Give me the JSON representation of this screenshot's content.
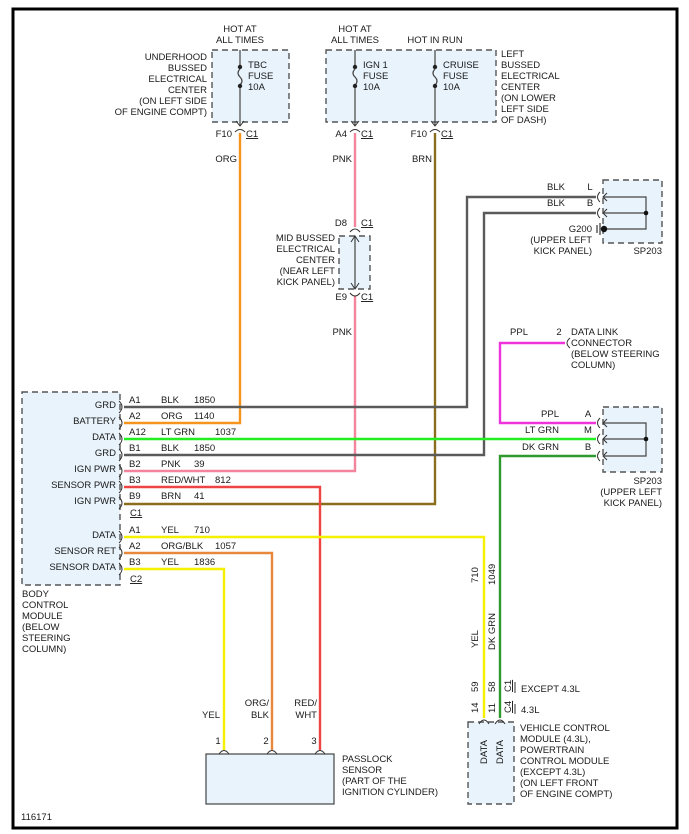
{
  "figure_id": "116171",
  "colors": {
    "ORG": "#f7941d",
    "PNK": "#f4849c",
    "BRN": "#8b6d1e",
    "BLK": "#5a5a5a",
    "LT_GRN": "#22ee22",
    "DK_GRN": "#2e9a2e",
    "PPL": "#ee33dd",
    "RED_WHT": "#ee4444",
    "YEL": "#f5f000",
    "ORG_BLK": "#e8883a"
  },
  "underhood_center": {
    "label": [
      "UNDERHOOD",
      "BUSSED",
      "ELECTRICAL",
      "CENTER",
      "(ON LEFT SIDE",
      "OF ENGINE COMPT)"
    ],
    "power_label": [
      "HOT AT",
      "ALL TIMES"
    ],
    "fuse": [
      "TBC",
      "FUSE",
      "10A"
    ],
    "pin": "F10",
    "connector": "C1",
    "wire_color": "ORG"
  },
  "left_center": {
    "label": [
      "LEFT",
      "BUSSED",
      "ELECTRICAL",
      "CENTER",
      "(ON LOWER",
      "LEFT SIDE",
      "OF DASH)"
    ],
    "fuses": [
      {
        "power_label": [
          "HOT AT",
          "ALL TIMES"
        ],
        "fuse": [
          "IGN 1",
          "FUSE",
          "10A"
        ],
        "pin": "A4",
        "connector": "C1",
        "wire_color": "PNK"
      },
      {
        "power_label": [
          "HOT IN RUN"
        ],
        "fuse": [
          "CRUISE",
          "FUSE",
          "10A"
        ],
        "pin": "F10",
        "connector": "C1",
        "wire_color": "BRN"
      }
    ]
  },
  "mid_center": {
    "label": [
      "MID BUSSED",
      "ELECTRICAL",
      "CENTER",
      "(NEAR LEFT",
      "KICK PANEL)"
    ],
    "pin_in": "D8",
    "conn_in": "C1",
    "pin_out": "E9",
    "conn_out": "C1",
    "wire_color_out": "PNK"
  },
  "sp203_top": {
    "name": "SP203",
    "wires": [
      {
        "color": "BLK",
        "pin": "L"
      },
      {
        "color": "BLK",
        "pin": "B"
      }
    ],
    "ground": "G200",
    "ground_label": [
      "(UPPER LEFT",
      "KICK PANEL)"
    ]
  },
  "data_link_connector": {
    "pin": "2",
    "wire_color": "PPL",
    "label": [
      "DATA LINK",
      "CONNECTOR",
      "(BELOW STEERING",
      "COLUMN)"
    ]
  },
  "sp203_bottom": {
    "name": "SP203",
    "label": [
      "(UPPER LEFT",
      "KICK PANEL)"
    ],
    "wires": [
      {
        "color": "PPL",
        "pin": "A"
      },
      {
        "color": "LT GRN",
        "pin": "M"
      },
      {
        "color": "DK GRN",
        "pin": "B"
      }
    ]
  },
  "bcm": {
    "label": [
      "BODY",
      "CONTROL",
      "MODULE",
      "(BELOW",
      "STEERING",
      "COLUMN)"
    ],
    "c1_rows": [
      {
        "function": "GRD",
        "pin": "A1",
        "color": "BLK",
        "circuit": "1850"
      },
      {
        "function": "BATTERY",
        "pin": "A2",
        "color": "ORG",
        "circuit": "1140"
      },
      {
        "function": "DATA",
        "pin": "A12",
        "color": "LT GRN",
        "circuit": "1037"
      },
      {
        "function": "GRD",
        "pin": "B1",
        "color": "BLK",
        "circuit": "1850"
      },
      {
        "function": "IGN PWR",
        "pin": "B2",
        "color": "PNK",
        "circuit": "39"
      },
      {
        "function": "SENSOR PWR",
        "pin": "B3",
        "color": "RED/WHT",
        "circuit": "812"
      },
      {
        "function": "IGN PWR",
        "pin": "B9",
        "color": "BRN",
        "circuit": "41"
      }
    ],
    "c1_label": "C1",
    "c2_rows": [
      {
        "function": "DATA",
        "pin": "A1",
        "color": "YEL",
        "circuit": "710"
      },
      {
        "function": "SENSOR RET",
        "pin": "A2",
        "color": "ORG/BLK",
        "circuit": "1057"
      },
      {
        "function": "SENSOR DATA",
        "pin": "B3",
        "color": "YEL",
        "circuit": "1836"
      }
    ],
    "c2_label": "C2"
  },
  "passlock": {
    "label": [
      "PASSLOCK",
      "SENSOR",
      "(PART OF THE",
      "IGNITION CYLINDER)"
    ],
    "pins": [
      {
        "pin": "1",
        "color": [
          "YEL"
        ]
      },
      {
        "pin": "2",
        "color": [
          "ORG/",
          "BLK"
        ]
      },
      {
        "pin": "3",
        "color": [
          "RED/",
          "WHT"
        ]
      }
    ]
  },
  "vcm": {
    "label": [
      "VEHICLE CONTROL",
      "MODULE (4.3L),",
      "POWERTRAIN",
      "CONTROL MODULE",
      "(EXCEPT 4.3L)",
      "(ON LEFT FRONT",
      "OF ENGINE COMPT)"
    ],
    "wires": [
      {
        "color": "YEL",
        "circuit": "710",
        "pin_except": "59",
        "pin_43": "14",
        "function": "DATA"
      },
      {
        "color": "DK GRN",
        "circuit": "1049",
        "pin_except": "58",
        "pin_43": "11",
        "function": "DATA"
      }
    ],
    "conn_except": "C1",
    "conn_43": "C4",
    "variant_except": "EXCEPT 4.3L",
    "variant_43": "4.3L"
  }
}
